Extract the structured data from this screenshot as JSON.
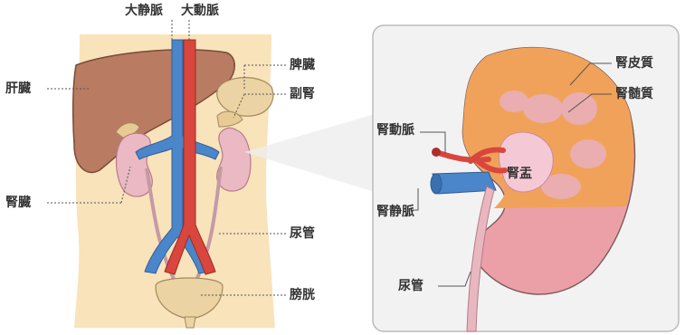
{
  "labels": {
    "vena_cava": "大静脈",
    "aorta": "大動脈",
    "liver": "肝臓",
    "spleen": "脾臓",
    "adrenal": "副腎",
    "kidney": "腎臓",
    "ureter_left": "尿管",
    "bladder": "膀胱",
    "renal_cortex": "腎皮質",
    "renal_medulla": "腎髄質",
    "renal_artery": "腎動脈",
    "renal_pelvis": "腎盂",
    "renal_vein": "腎静脈",
    "ureter_right": "尿管"
  },
  "colors": {
    "body": "#f8e3bb",
    "liver": "#b97b62",
    "kidney_pink": "#eab9c3",
    "vein": "#4a86c9",
    "artery": "#d9463d",
    "cortex": "#f1a25a",
    "medulla": "#e9b0c0",
    "pelvis": "#f4c9d5",
    "panel_border": "#bbbbbb"
  }
}
